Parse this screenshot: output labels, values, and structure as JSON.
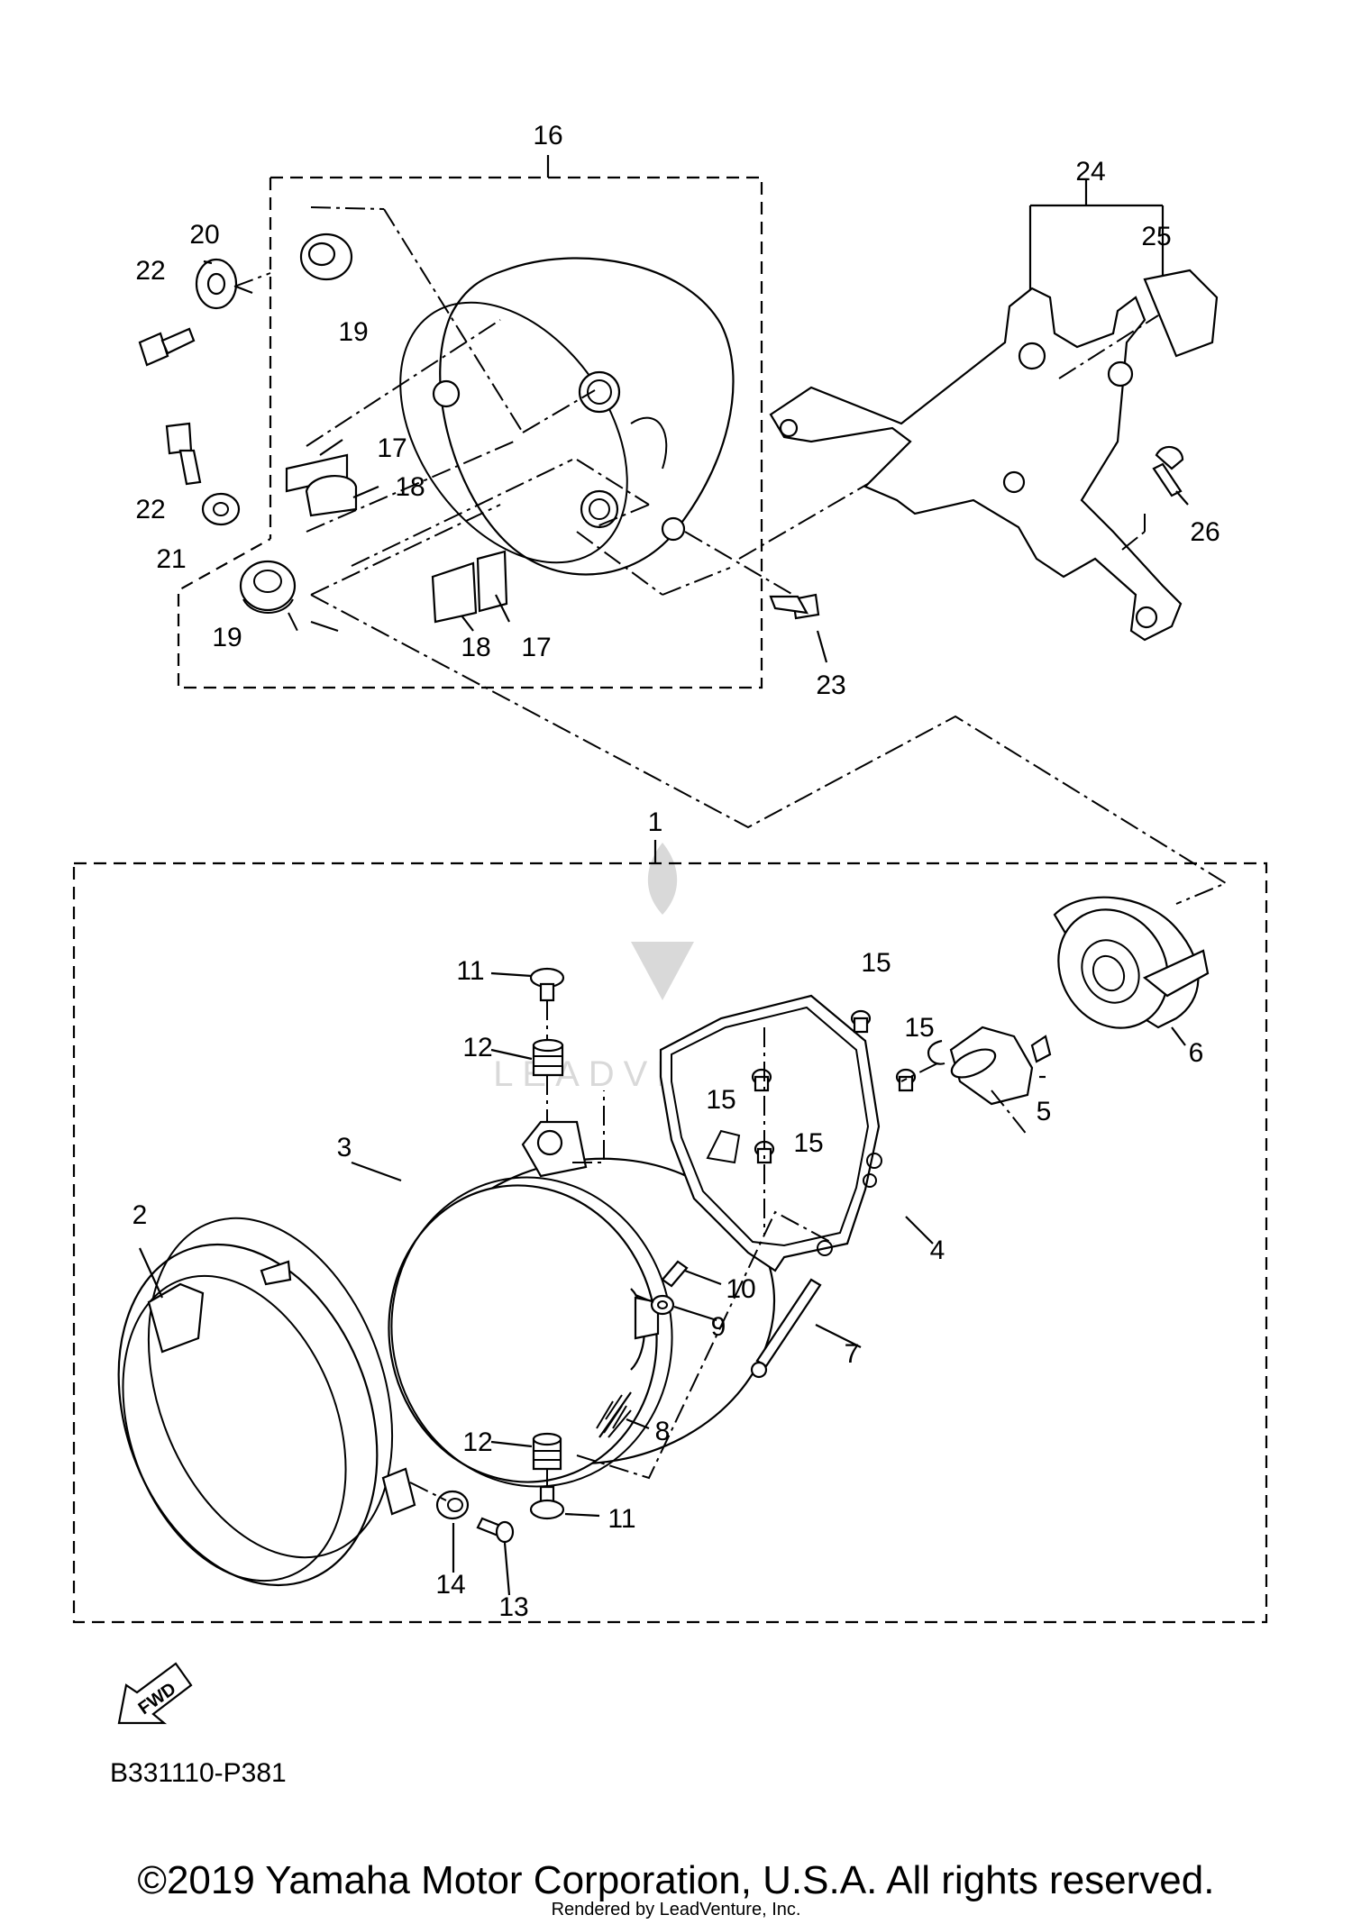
{
  "parts": {
    "p1": "1",
    "p2": "2",
    "p3": "3",
    "p4": "4",
    "p5": "5",
    "p6": "6",
    "p7": "7",
    "p8": "8",
    "p9": "9",
    "p10": "10",
    "p11a": "11",
    "p11b": "11",
    "p12a": "12",
    "p12b": "12",
    "p13": "13",
    "p14": "14",
    "p15a": "15",
    "p15b": "15",
    "p15c": "15",
    "p15d": "15",
    "p16": "16",
    "p17a": "17",
    "p17b": "17",
    "p18a": "18",
    "p18b": "18",
    "p19a": "19",
    "p19b": "19",
    "p20": "20",
    "p21": "21",
    "p22a": "22",
    "p22b": "22",
    "p23": "23",
    "p24": "24",
    "p25": "25",
    "p26": "26"
  },
  "fwd_label": "FWD",
  "diagram_code": "B331110-P381",
  "watermark": "LEADVENTURE",
  "copyright": "©2019 Yamaha Motor Corporation, U.S.A. All rights reserved.",
  "rendered_by": "Rendered by LeadVenture, Inc."
}
